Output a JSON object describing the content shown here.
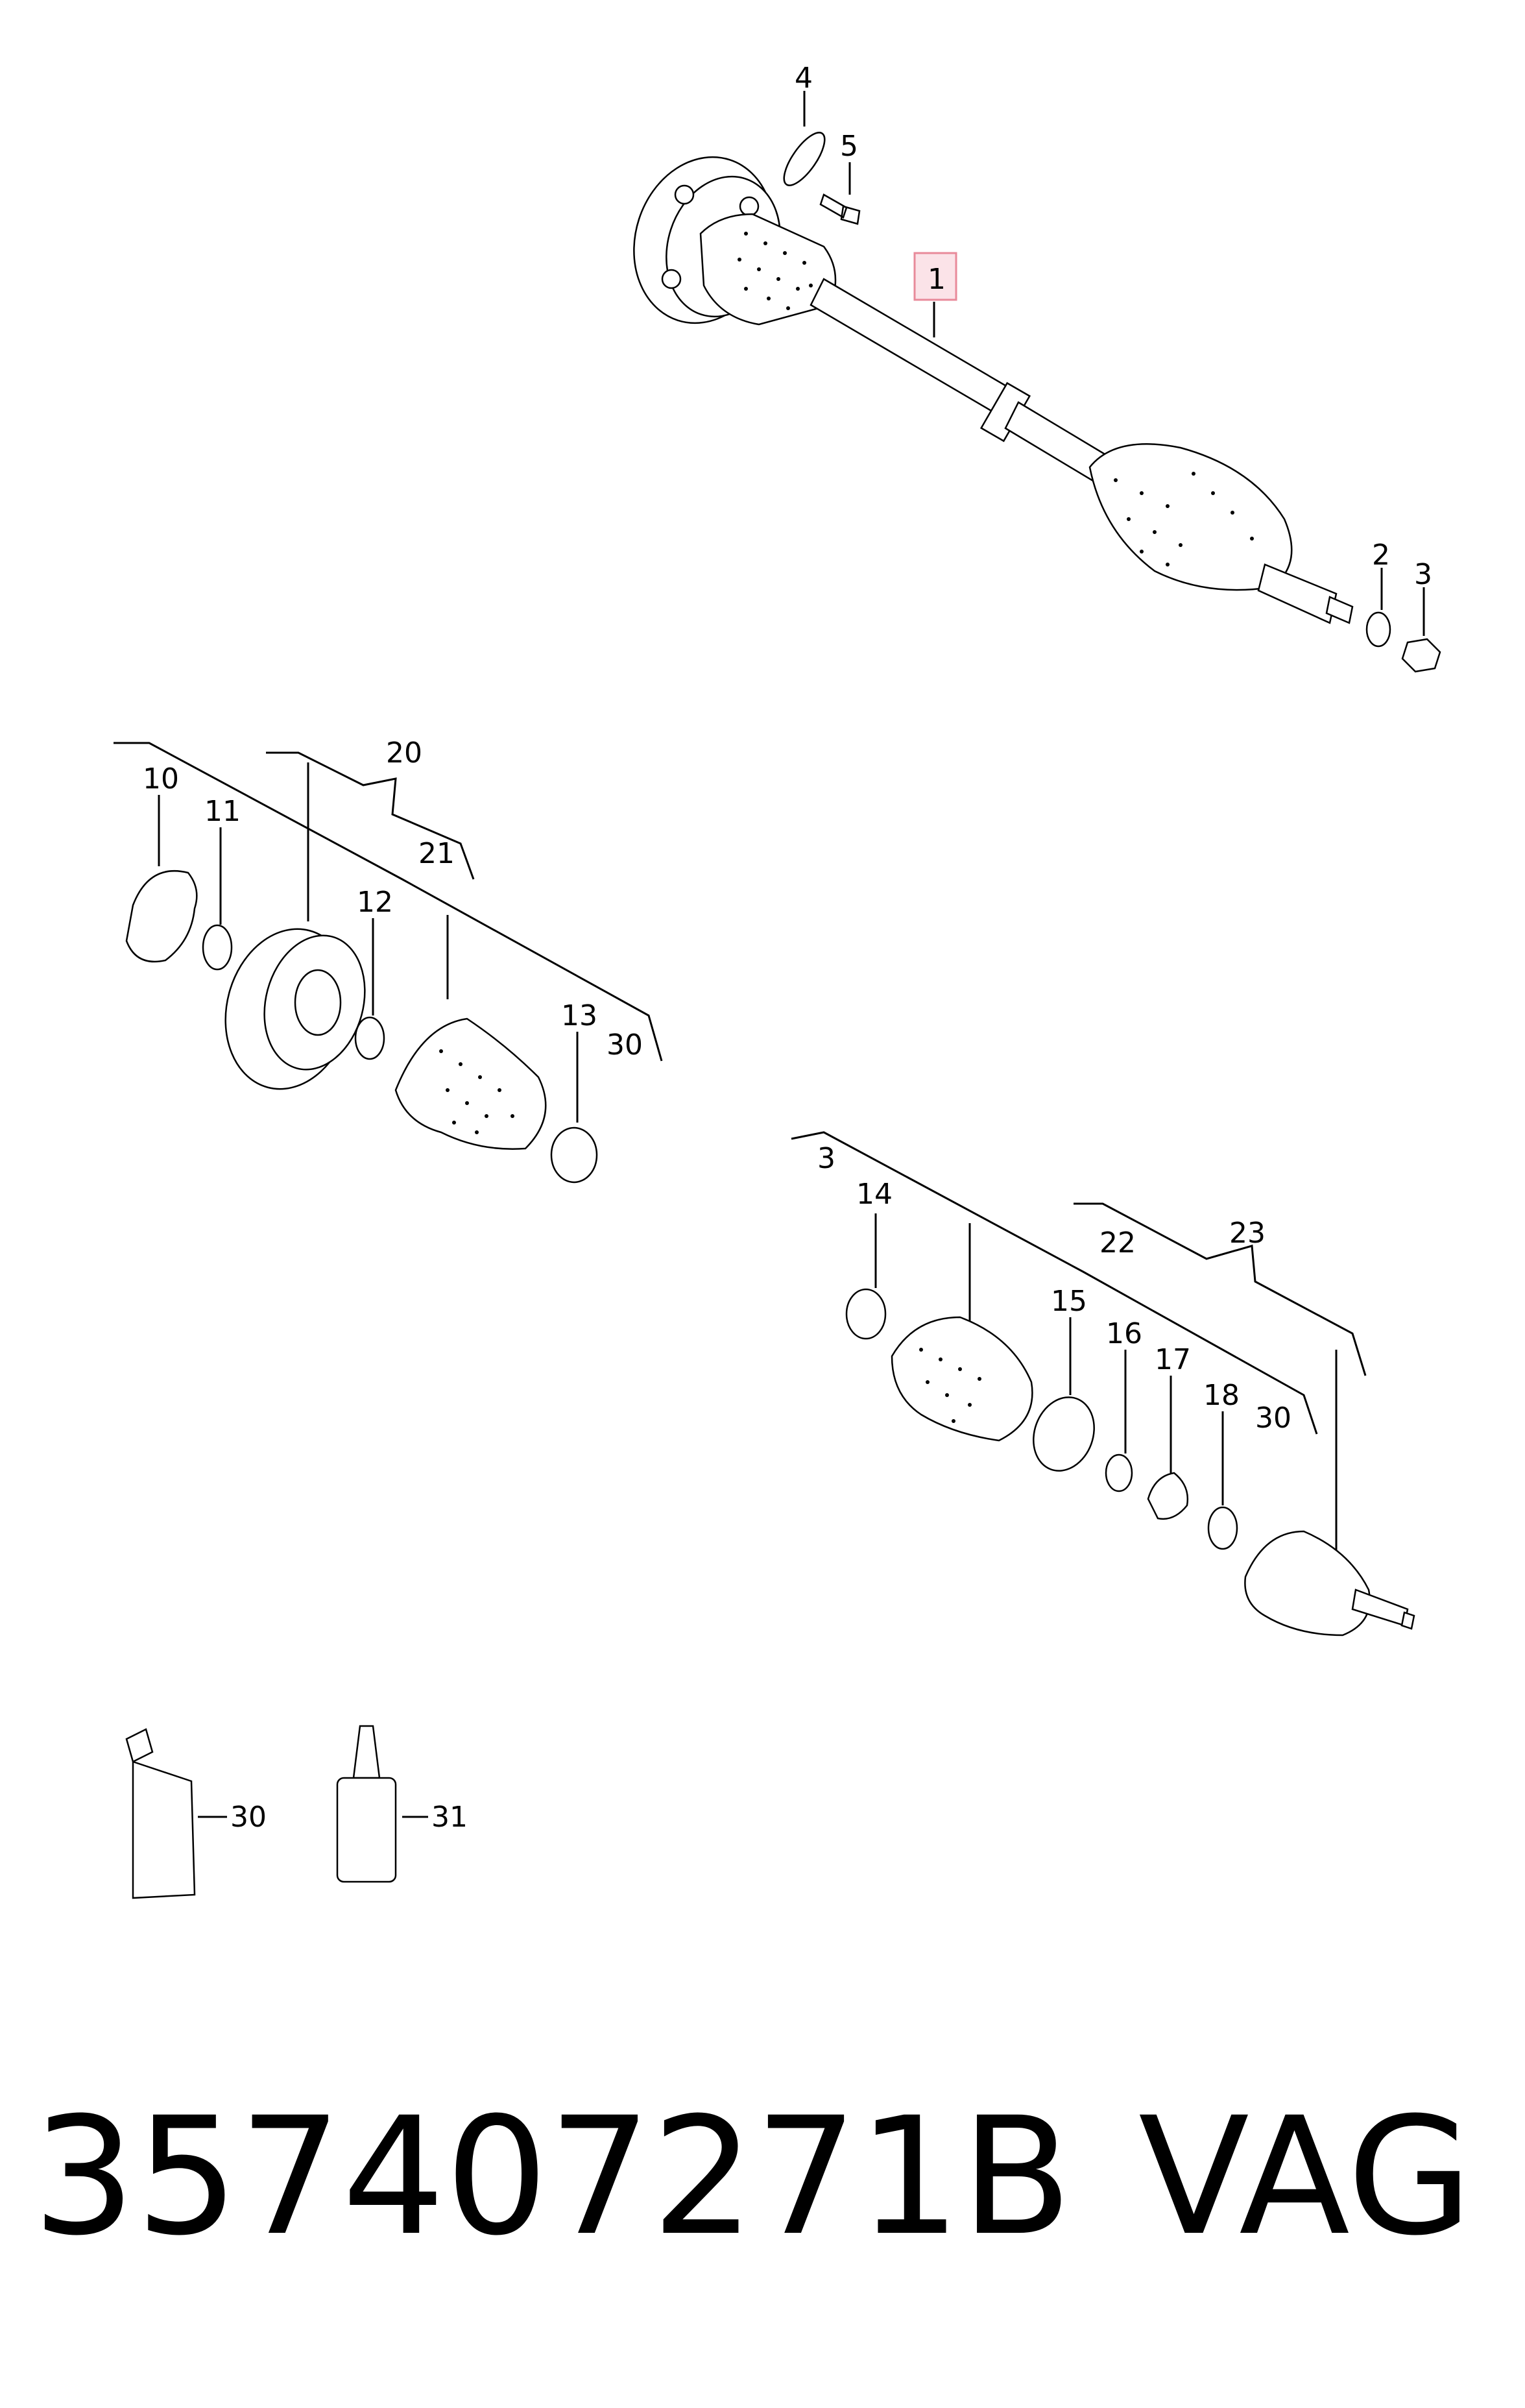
{
  "callouts": {
    "c1": "1",
    "c2": "2",
    "c3a": "3",
    "c4": "4",
    "c5": "5",
    "c10": "10",
    "c11": "11",
    "c12": "12",
    "c13": "13",
    "c20": "20",
    "c21": "21",
    "c30a": "30",
    "c3b": "3",
    "c14": "14",
    "c15": "15",
    "c16": "16",
    "c17": "17",
    "c18": "18",
    "c22": "22",
    "c23": "23",
    "c30b": "30",
    "c30c": "30",
    "c31": "31"
  },
  "caption": {
    "part_number": "357407271B",
    "brand": "VAG"
  },
  "colors": {
    "highlight_box": "#e88a9a",
    "highlight_fill": "#fbe3e8"
  }
}
